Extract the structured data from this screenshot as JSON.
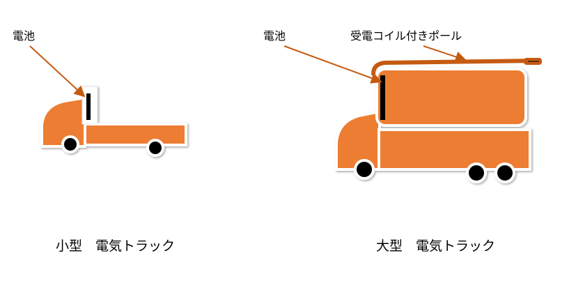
{
  "colors": {
    "body": "#ED7D31",
    "outline": "#FFFFFF",
    "pole": "#C55A11",
    "wheel": "#000000",
    "arrow": "#C55A11",
    "battery": "#000000"
  },
  "small_truck": {
    "battery_label": "電池",
    "caption": "小型　電気トラック"
  },
  "large_truck": {
    "battery_label": "電池",
    "pole_label": "受電コイル付きポール",
    "caption": "大型　電気トラック"
  }
}
